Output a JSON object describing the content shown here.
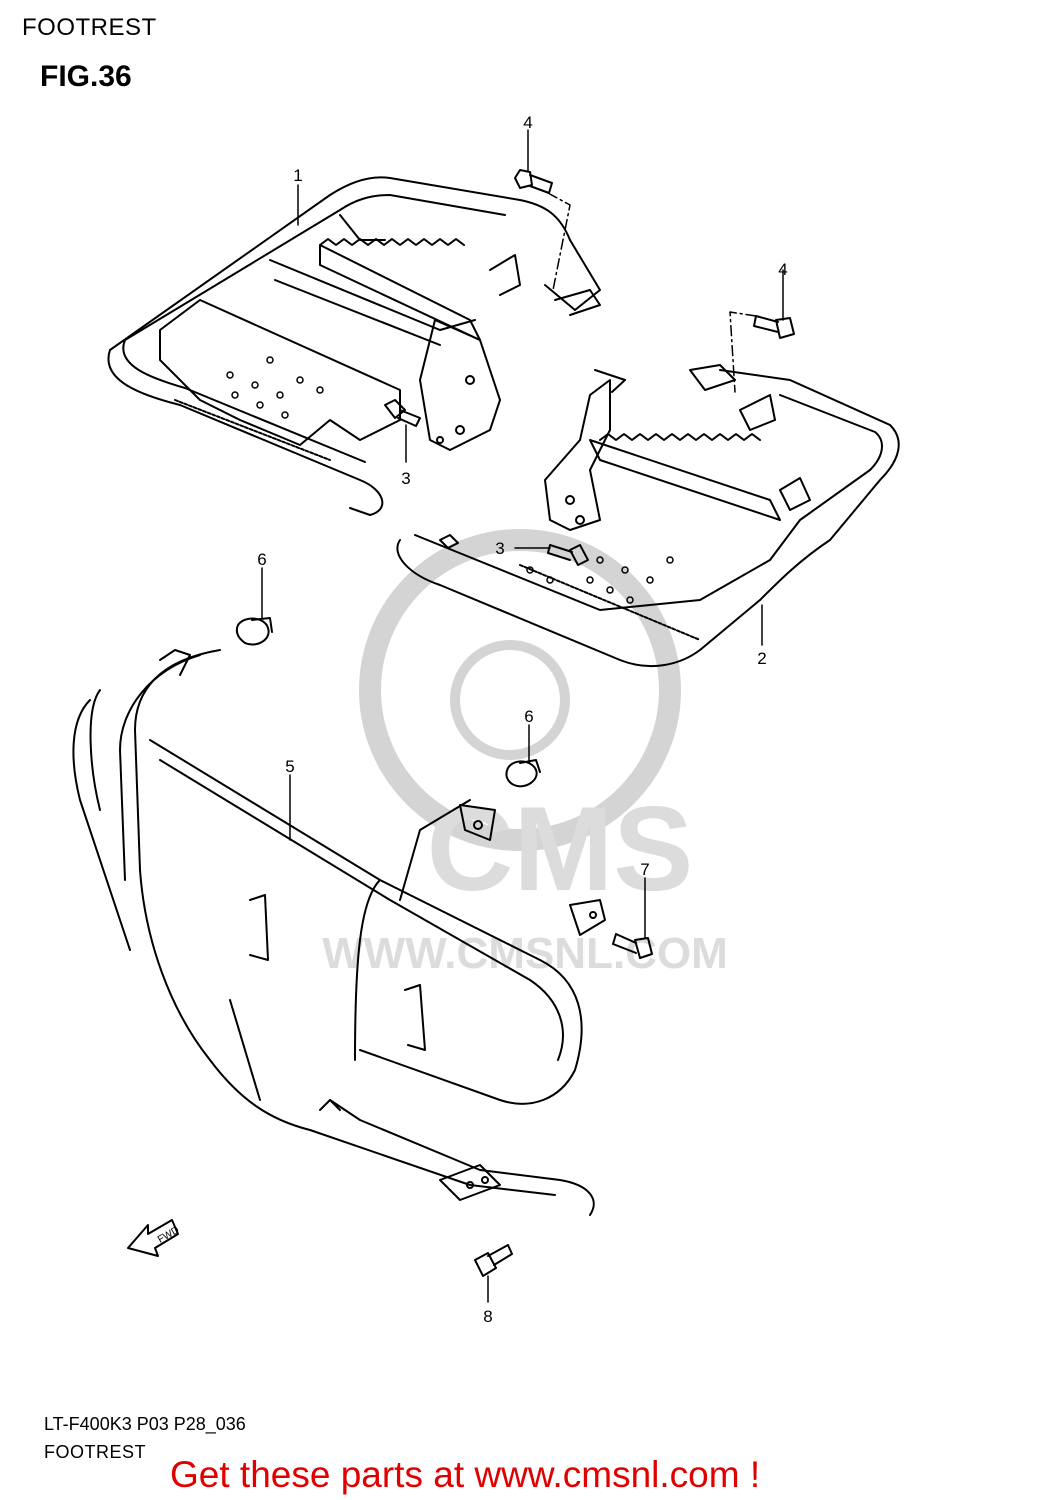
{
  "header": {
    "title": "FOOTREST",
    "figure": "FIG.36"
  },
  "callouts": {
    "c1": "1",
    "c2": "2",
    "c3a": "3",
    "c3b": "3",
    "c4a": "4",
    "c4b": "4",
    "c5": "5",
    "c6a": "6",
    "c6b": "6",
    "c7": "7",
    "c8": "8"
  },
  "watermark": {
    "brand": "CMS",
    "url": "WWW.CMSNL.COM"
  },
  "fwd_arrow": {
    "label": "FWD"
  },
  "footer": {
    "code": "LT-F400K3 P03 P28_036",
    "title": "FOOTREST",
    "link": "Get these parts at www.cmsnl.com !"
  },
  "colors": {
    "line": "#000000",
    "watermark": "#d9d9d9",
    "link": "#e00000"
  }
}
